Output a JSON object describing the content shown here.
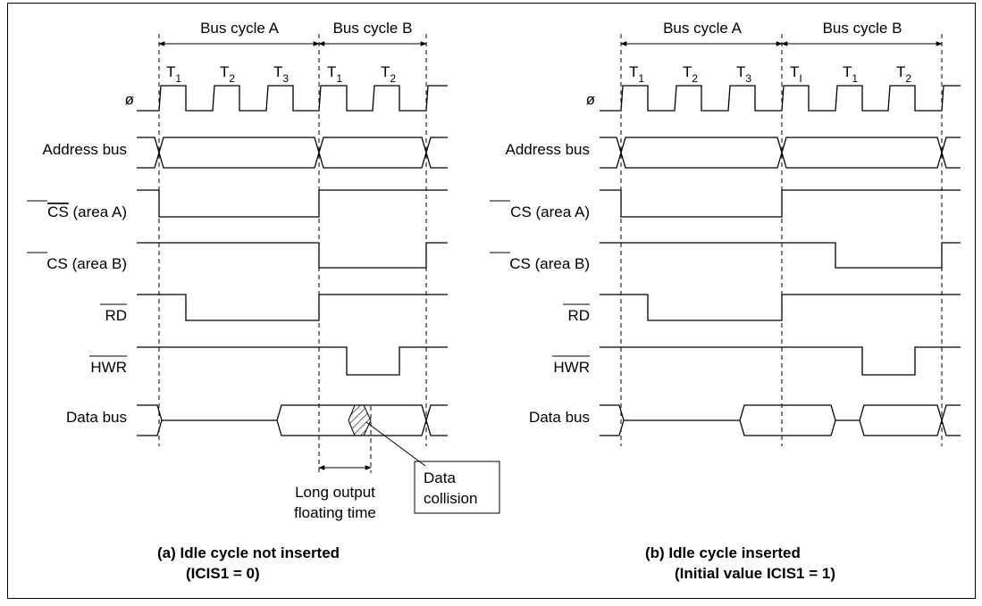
{
  "diagram_a": {
    "header_a": "Bus cycle A",
    "header_b": "Bus cycle B",
    "t_labels": [
      {
        "main": "T",
        "sub": "1"
      },
      {
        "main": "T",
        "sub": "2"
      },
      {
        "main": "T",
        "sub": "3"
      },
      {
        "main": "T",
        "sub": "1"
      },
      {
        "main": "T",
        "sub": "2"
      }
    ],
    "signals": [
      "ø",
      "Address bus",
      "CS",
      "CS",
      "RD",
      "HWR",
      "Data bus"
    ],
    "cs_suffix_a": " (area A)",
    "cs_suffix_b": " (area B)",
    "annotation_float_line1": "Long output",
    "annotation_float_line2": "floating time",
    "collision_line1": "Data",
    "collision_line2": "collision",
    "caption_line1": "(a)  Idle cycle not inserted",
    "caption_line2": "(ICIS1 = 0)"
  },
  "diagram_b": {
    "header_a": "Bus cycle A",
    "header_b": "Bus cycle B",
    "t_labels": [
      {
        "main": "T",
        "sub": "1"
      },
      {
        "main": "T",
        "sub": "2"
      },
      {
        "main": "T",
        "sub": "3"
      },
      {
        "main": "T",
        "sub": "I"
      },
      {
        "main": "T",
        "sub": "1"
      },
      {
        "main": "T",
        "sub": "2"
      }
    ],
    "signals": [
      "ø",
      "Address bus",
      "CS",
      "CS",
      "RD",
      "HWR",
      "Data bus"
    ],
    "cs_suffix_a": " (area A)",
    "cs_suffix_b": " (area B)",
    "caption_line1": "(b)  Idle cycle inserted",
    "caption_line2": "(Initial value ICIS1 = 1)"
  }
}
